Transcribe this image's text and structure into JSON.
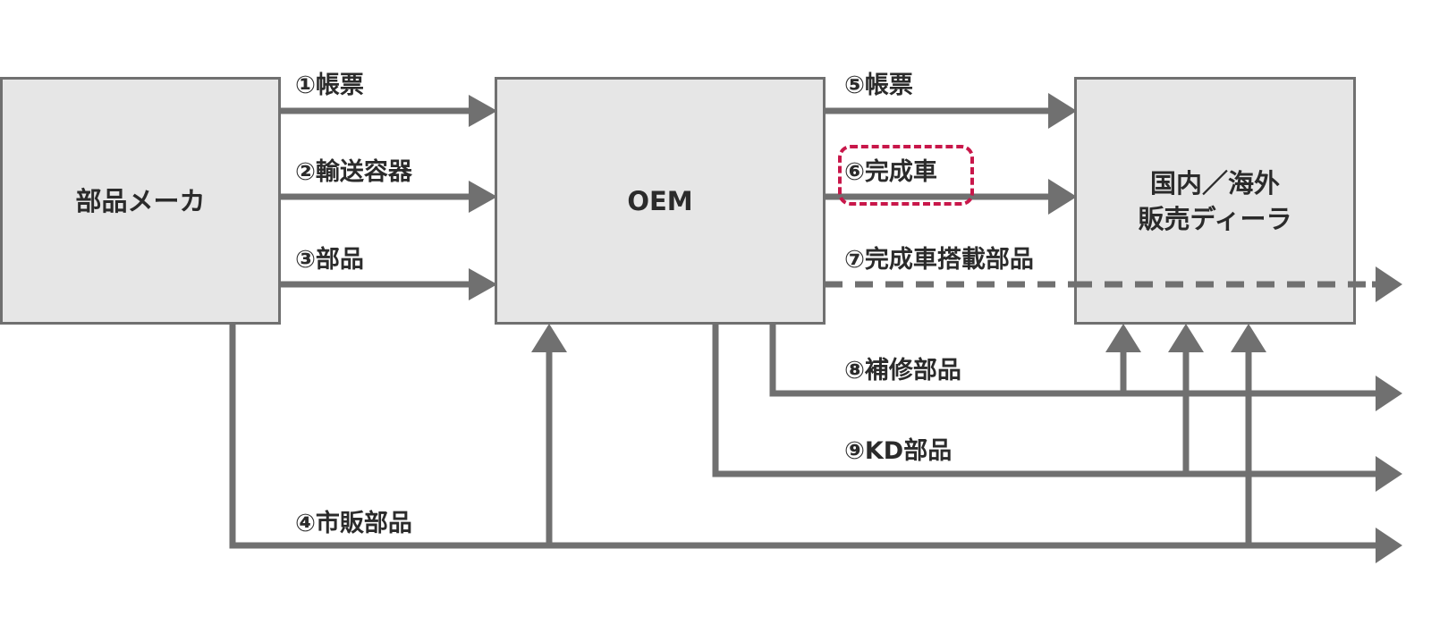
{
  "colors": {
    "arrow": "#707070",
    "box_fill": "#e6e6e6",
    "box_border": "#707070",
    "text": "#2b2b2b",
    "highlight": "#c8174a"
  },
  "boxes": {
    "parts_maker": "部品メーカ",
    "oem": "OEM",
    "dealer_line1": "国内／海外",
    "dealer_line2": "販売ディーラ"
  },
  "flows": {
    "f1": "①帳票",
    "f2": "②輸送容器",
    "f3": "③部品",
    "f4": "④市販部品",
    "f5": "⑤帳票",
    "f6": "⑥完成車",
    "f7": "⑦完成車搭載部品",
    "f8": "⑧補修部品",
    "f9": "⑨KD部品"
  },
  "highlight": {
    "target": "f6",
    "style": "dashed-rounded"
  }
}
